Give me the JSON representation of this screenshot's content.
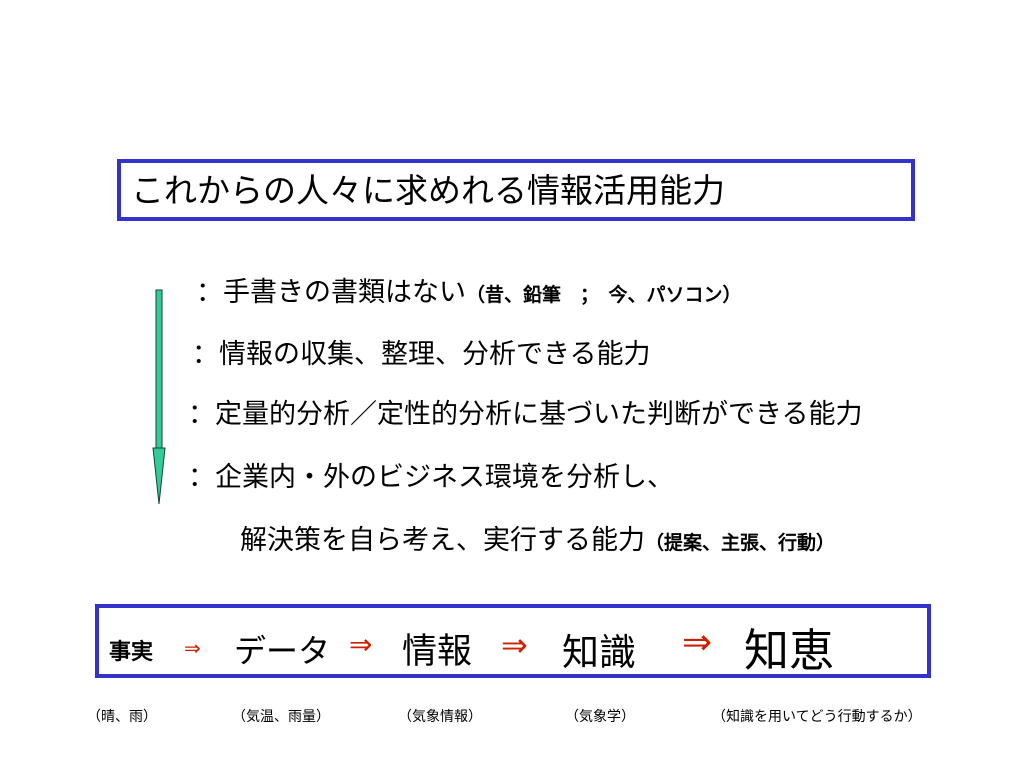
{
  "title": "これからの人々に求めれる情報活用能力",
  "items": [
    {
      "text": "：手書きの書類はない",
      "note": "（昔、鉛筆　；　今、パソコン）"
    },
    {
      "text": "：情報の収集、整理、分析できる能力"
    },
    {
      "text": "：定量的分析／定性的分析に基づいた判断ができる能力"
    },
    {
      "text": "：企業内・外のビジネス環境を分析し、"
    },
    {
      "text": "解決策を自ら考え、実行する能力",
      "note": "（提案、主張、行動）"
    }
  ],
  "flow": {
    "fact": "事実",
    "data": "データ",
    "info": "情報",
    "knowledge": "知識",
    "wisdom": "知恵",
    "arrow": "⇒"
  },
  "captions": [
    "（晴、雨）",
    "（気温、雨量）",
    "（気象情報）",
    "（気象学）",
    "（知識を用いてどう行動するか）"
  ],
  "colors": {
    "border": "#3333cc",
    "arrow": "#cc2200",
    "arrow_fill": "#33cc99",
    "arrow_stroke": "#114433"
  }
}
